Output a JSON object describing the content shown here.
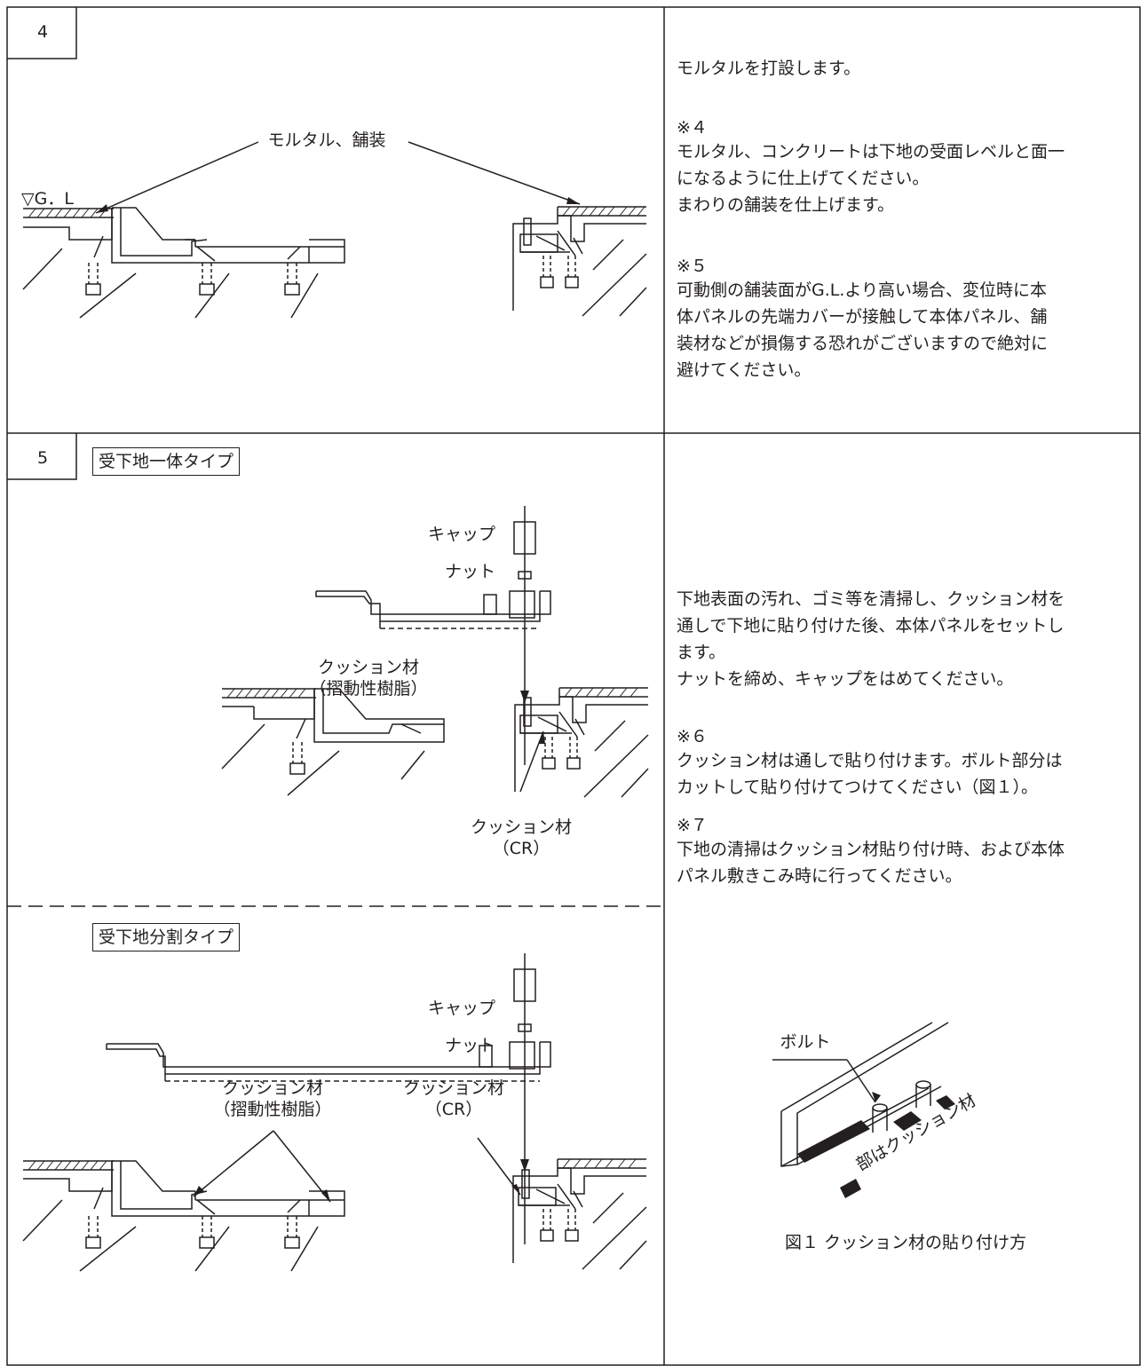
{
  "step4": {
    "number": "4",
    "label_paving": "モルタル、舗装",
    "label_gl": "▽G．L",
    "text_main": "モルタルを打設します。",
    "note4_title": "※４",
    "note4_body": "モルタル、コンクリートは下地の受面レベルと面一\nになるように仕上げてください。\nまわりの舗装を仕上げます。",
    "note5_title": "※５",
    "note5_body": "可動側の舗装面がG.L.より高い場合、変位時に本\n体パネルの先端カバーが接触して本体パネル、舗\n装材などが損傷する恐れがございますので絶対に\n避けてください。"
  },
  "step5": {
    "number": "5",
    "type_integrated": "受下地一体タイプ",
    "type_split": "受下地分割タイプ",
    "label_cap": "キャップ",
    "label_nut": "ナット",
    "label_cushion_resin": "クッション材\n（摺動性樹脂）",
    "label_cushion_cr": "クッション材\n（CR）",
    "text_main": "下地表面の汚れ、ゴミ等を清掃し、クッション材を\n通しで下地に貼り付けた後、本体パネルをセットし\nます。\nナットを締め、キャップをはめてください。",
    "note6_title": "※６",
    "note6_body": "クッション材は通しで貼り付けます。ボルト部分は\nカットして貼り付けてつけてください（図１）。",
    "note7_title": "※７",
    "note7_body": "下地の清掃はクッション材貼り付け時、および本体\nパネル敷きこみ時に行ってください。",
    "figure": {
      "label_bolt": "ボルト",
      "label_marked": "部はクッション材",
      "caption": "図１ クッション材の貼り付け方"
    }
  }
}
